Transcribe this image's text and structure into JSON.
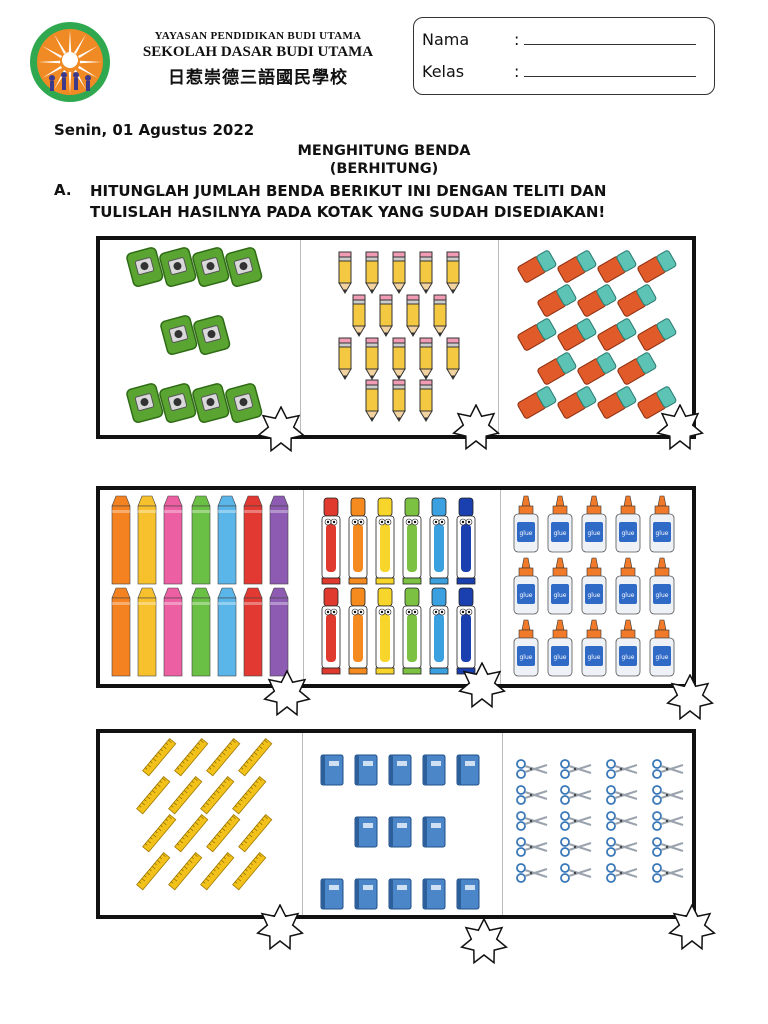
{
  "header": {
    "foundation": "YAYASAN PENDIDIKAN BUDI UTAMA",
    "school_name": "SEKOLAH DASAR BUDI UTAMA",
    "school_name_cn": "日惹崇德三語國民學校",
    "name_label": "Nama",
    "class_label": "Kelas",
    "colon": ":"
  },
  "date": "Senin, 01 Agustus 2022",
  "title_line1": "MENGHITUNG BENDA",
  "title_line2": "(BERHITUNG)",
  "instruction": {
    "letter": "A.",
    "line1": "HITUNGLAH JUMLAH BENDA BERIKUT INI  DENGAN TELITI DAN",
    "line2": "TULISLAH HASILNYA PADA KOTAK YANG SUDAH DISEDIAKAN!"
  },
  "colors": {
    "sharpener": "#5aa531",
    "pencil": "#f5c842",
    "eraser_red": "#e05a2a",
    "eraser_teal": "#5cc3b5",
    "crayons": [
      "#f58220",
      "#f7c12e",
      "#ec5fa2",
      "#6ac045",
      "#5ab5e8",
      "#e23a32",
      "#8d5bb1"
    ],
    "markers": [
      "#e03a2f",
      "#f58a1f",
      "#f7d52a",
      "#7cc142",
      "#3aa0e0",
      "#1a3fae"
    ],
    "glue": "#2f6ac7",
    "ruler": "#f2c21b",
    "notebook": "#4a86c8",
    "scissors": "#3a78b8"
  },
  "glue_label": "glue"
}
